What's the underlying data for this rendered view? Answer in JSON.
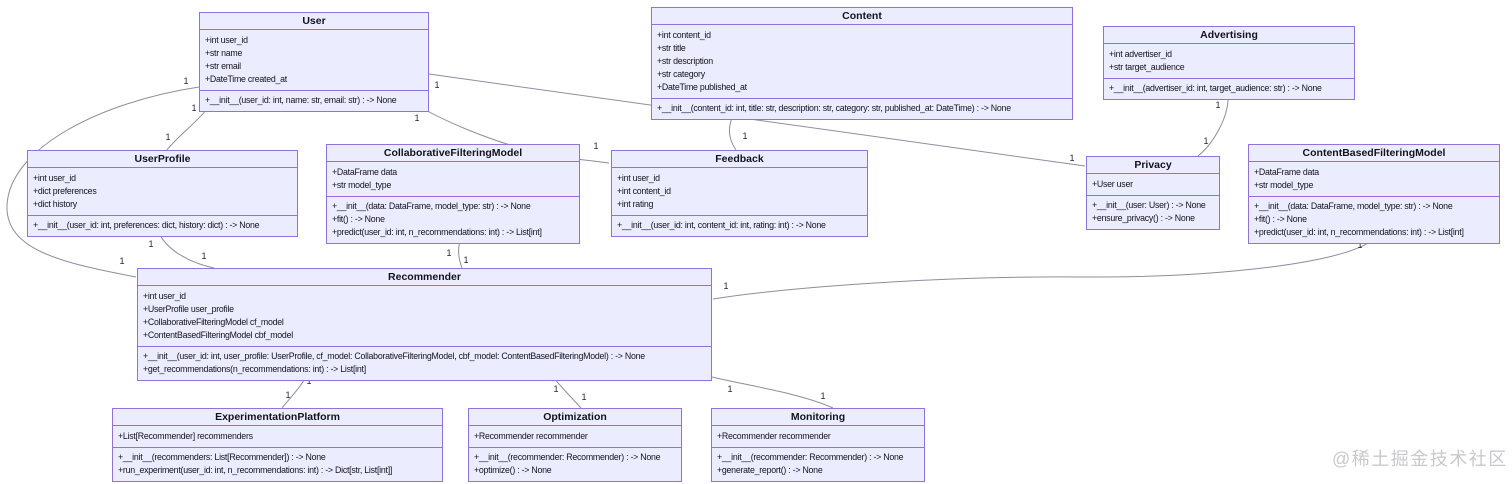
{
  "diagram": {
    "type": "uml-class-diagram",
    "watermark": "@稀土掘金技术社区",
    "colors": {
      "box_fill": "#ECECFF",
      "box_border": "#9370DB",
      "edge": "#8d8da0",
      "text": "#13131f",
      "watermark": "#c9c9cd"
    },
    "classes": [
      {
        "name": "User",
        "attributes": [
          "+int user_id",
          "+str name",
          "+str email",
          "+DateTime created_at"
        ],
        "methods": [
          "+__init__(user_id: int, name: str, email: str) : -> None"
        ]
      },
      {
        "name": "Content",
        "attributes": [
          "+int content_id",
          "+str title",
          "+str description",
          "+str category",
          "+DateTime published_at"
        ],
        "methods": [
          "+__init__(content_id: int, title: str, description: str, category: str, published_at: DateTime) : -> None"
        ]
      },
      {
        "name": "Advertising",
        "attributes": [
          "+int advertiser_id",
          "+str target_audience"
        ],
        "methods": [
          "+__init__(advertiser_id: int, target_audience: str) : -> None"
        ]
      },
      {
        "name": "UserProfile",
        "attributes": [
          "+int user_id",
          "+dict preferences",
          "+dict history"
        ],
        "methods": [
          "+__init__(user_id: int, preferences: dict, history: dict) : -> None"
        ]
      },
      {
        "name": "CollaborativeFilteringModel",
        "attributes": [
          "+DataFrame data",
          "+str model_type"
        ],
        "methods": [
          "+__init__(data: DataFrame, model_type: str) : -> None",
          "+fit() : -> None",
          "+predict(user_id: int, n_recommendations: int) : -> List[int]"
        ]
      },
      {
        "name": "Feedback",
        "attributes": [
          "+int user_id",
          "+int content_id",
          "+int rating"
        ],
        "methods": [
          "+__init__(user_id: int, content_id: int, rating: int) : -> None"
        ]
      },
      {
        "name": "Privacy",
        "attributes": [
          "+User user"
        ],
        "methods": [
          "+__init__(user: User) : -> None",
          "+ensure_privacy() : -> None"
        ]
      },
      {
        "name": "ContentBasedFilteringModel",
        "attributes": [
          "+DataFrame data",
          "+str model_type"
        ],
        "methods": [
          "+__init__(data: DataFrame, model_type: str) : -> None",
          "+fit() : -> None",
          "+predict(user_id: int, n_recommendations: int) : -> List[int]"
        ]
      },
      {
        "name": "Recommender",
        "attributes": [
          "+int user_id",
          "+UserProfile user_profile",
          "+CollaborativeFilteringModel cf_model",
          "+ContentBasedFilteringModel cbf_model"
        ],
        "methods": [
          "+__init__(user_id: int, user_profile: UserProfile, cf_model: CollaborativeFilteringModel, cbf_model: ContentBasedFilteringModel) : -> None",
          "+get_recommendations(n_recommendations: int) : -> List[int]"
        ]
      },
      {
        "name": "ExperimentationPlatform",
        "attributes": [
          "+List[Recommender] recommenders"
        ],
        "methods": [
          "+__init__(recommenders: List[Recommender]) : -> None",
          "+run_experiment(user_id: int, n_recommendations: int) : -> Dict[str, List[int]]"
        ]
      },
      {
        "name": "Optimization",
        "attributes": [
          "+Recommender recommender"
        ],
        "methods": [
          "+__init__(recommender: Recommender) : -> None",
          "+optimize() : -> None"
        ]
      },
      {
        "name": "Monitoring",
        "attributes": [
          "+Recommender recommender"
        ],
        "methods": [
          "+__init__(recommender: Recommender) : -> None",
          "+generate_report() : -> None"
        ]
      }
    ],
    "relationships": [
      {
        "from": "User",
        "to": "UserProfile",
        "from_multiplicity": "1",
        "to_multiplicity": "1"
      },
      {
        "from": "User",
        "to": "Recommender",
        "from_multiplicity": "1",
        "to_multiplicity": "1"
      },
      {
        "from": "User",
        "to": "Feedback",
        "from_multiplicity": "1",
        "to_multiplicity": "1"
      },
      {
        "from": "User",
        "to": "Privacy",
        "from_multiplicity": "1",
        "to_multiplicity": "1"
      },
      {
        "from": "Content",
        "to": "Feedback",
        "from_multiplicity": "1",
        "to_multiplicity": "1"
      },
      {
        "from": "Advertising",
        "to": "Privacy",
        "from_multiplicity": "1",
        "to_multiplicity": "1"
      },
      {
        "from": "UserProfile",
        "to": "Recommender",
        "from_multiplicity": "1",
        "to_multiplicity": "1"
      },
      {
        "from": "CollaborativeFilteringModel",
        "to": "Recommender",
        "from_multiplicity": "1",
        "to_multiplicity": "1"
      },
      {
        "from": "ContentBasedFilteringModel",
        "to": "Recommender",
        "from_multiplicity": "1",
        "to_multiplicity": "1"
      },
      {
        "from": "Recommender",
        "to": "ExperimentationPlatform",
        "from_multiplicity": "1",
        "to_multiplicity": "1"
      },
      {
        "from": "Recommender",
        "to": "Optimization",
        "from_multiplicity": "1",
        "to_multiplicity": "1"
      },
      {
        "from": "Recommender",
        "to": "Monitoring",
        "from_multiplicity": "1",
        "to_multiplicity": "1"
      }
    ]
  }
}
